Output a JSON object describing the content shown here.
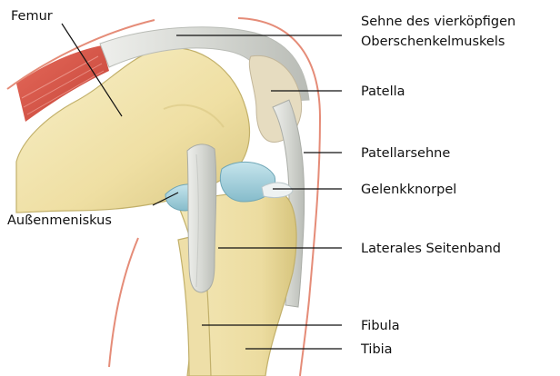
{
  "labels": {
    "femur": "Femur",
    "quad_tendon_line1": "Sehne des vierköpfigen",
    "quad_tendon_line2": "Oberschenkelmuskels",
    "patella": "Patella",
    "patellar_tendon": "Patellarsehne",
    "cartilage": "Gelenkknorpel",
    "lateral_meniscus": "Außenmeniskus",
    "lateral_ligament": "Laterales Seitenband",
    "fibula": "Fibula",
    "tibia": "Tibia"
  },
  "colors": {
    "bone": "#f2e6b0",
    "bone_shade": "#dccb86",
    "bone_outline": "#b8a760",
    "tendon": "#d9dbd7",
    "tendon_shade": "#b9bcb6",
    "cartilage": "#a9d3df",
    "cartilage_shade": "#7fb6c6",
    "skin_line": "#e58c78",
    "muscle": "#d9574a",
    "leader": "#111111"
  }
}
